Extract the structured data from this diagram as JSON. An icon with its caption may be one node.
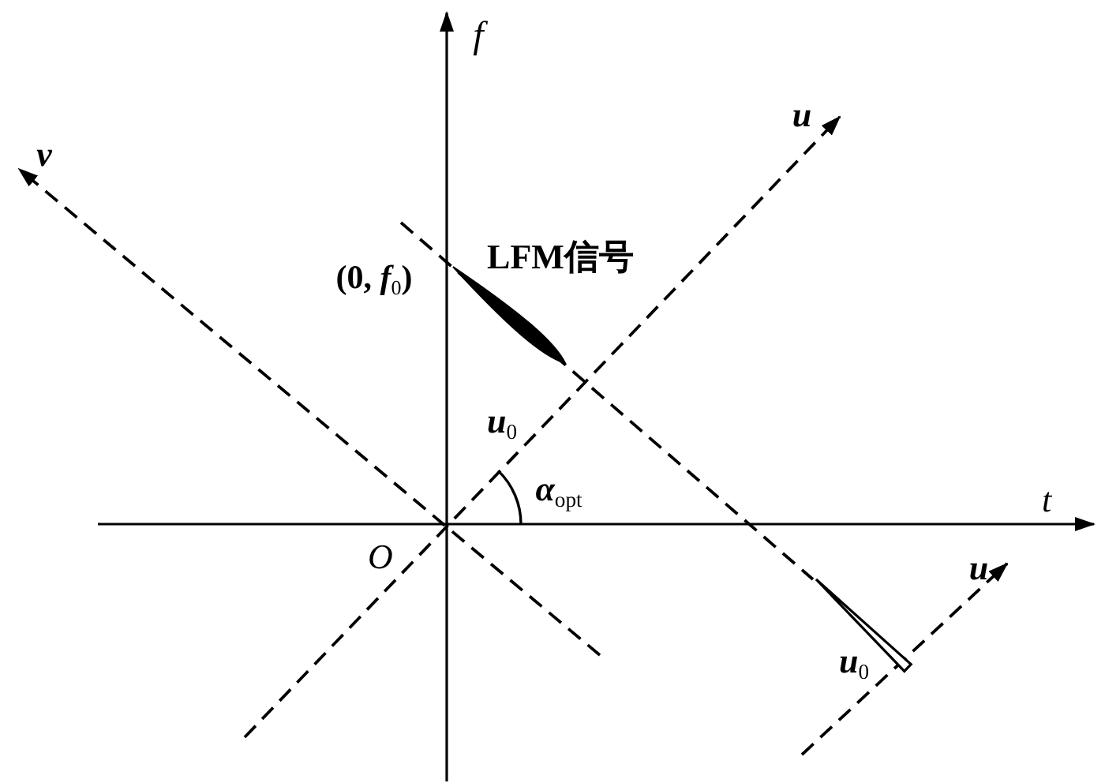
{
  "diagram": {
    "labels": [
      "f",
      "u",
      "v",
      "LFM信号",
      "(0, *f*$_{0}$)",
      "*u*$_{0}$",
      "*α*$_{opt}$",
      "t",
      "O",
      "u",
      "*u*$_{0}$"
    ]
  }
}
